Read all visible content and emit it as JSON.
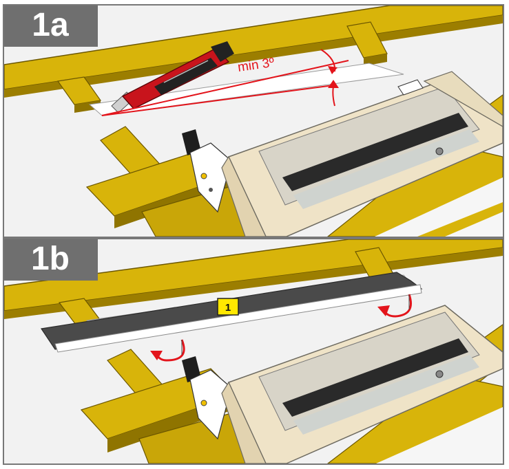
{
  "panel_a": {
    "step_label": "1a",
    "angle_annotation": "min 3º"
  },
  "panel_b": {
    "step_label": "1b",
    "callout_number": "1"
  },
  "colors": {
    "wood": "#d8b40a",
    "wood_dark": "#8f7400",
    "frame": "#efe3c7",
    "annotation": "#e3141b",
    "tab": "#6f6f6f",
    "callout_fill": "#ffe800",
    "knife": "#c8141c"
  }
}
